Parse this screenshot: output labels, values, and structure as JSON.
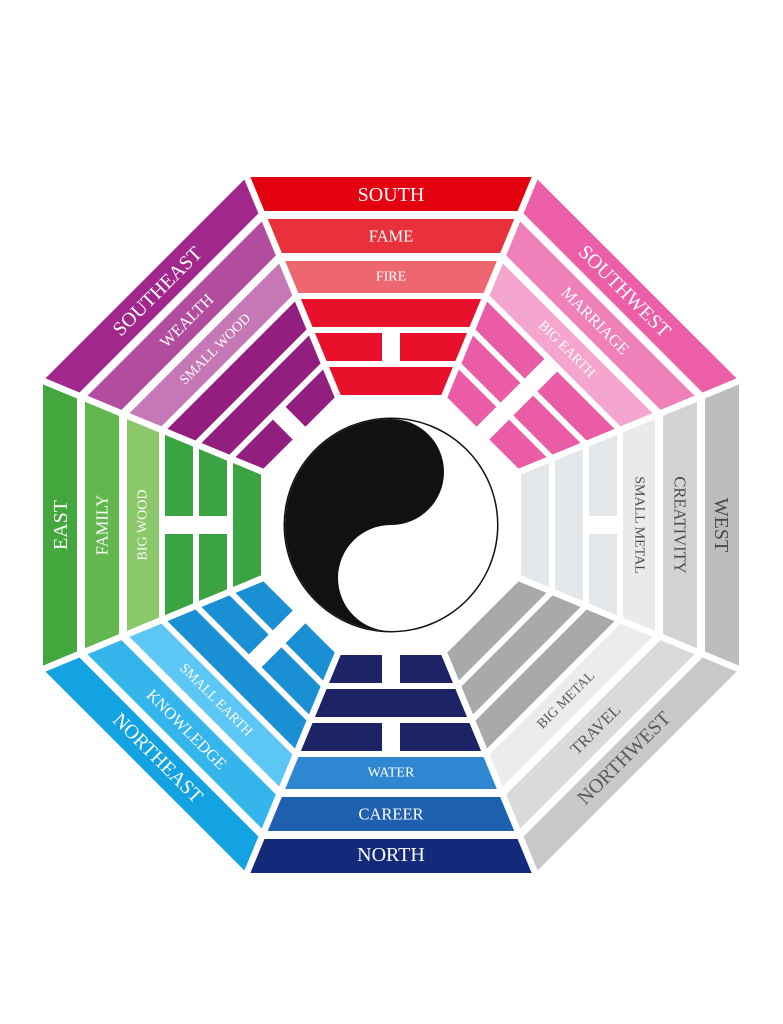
{
  "sectors": [
    {
      "key": "south",
      "labels": [
        "SOUTH",
        "FAME",
        "FIRE"
      ],
      "colors": [
        "#e3000f",
        "#e8313b",
        "#ee6670",
        "#e8102a"
      ],
      "text_colors": [
        "#ffffff",
        "#ffffff",
        "#ffffff"
      ],
      "lines": [
        1,
        0,
        1
      ]
    },
    {
      "key": "southwest",
      "labels": [
        "SOUTHWEST",
        "MARRIAGE",
        "BIG EARTH"
      ],
      "colors": [
        "#ec5ea7",
        "#ef80b9",
        "#f4a6cf",
        "#ea5da6"
      ],
      "text_colors": [
        "#ffffff",
        "#ffffff",
        "#ffffff"
      ],
      "lines": [
        0,
        0,
        0
      ]
    },
    {
      "key": "west",
      "labels": [
        "WEST",
        "CREATIVITY",
        "SMALL METAL"
      ],
      "colors": [
        "#bcbdbf",
        "#d2d3d4",
        "#e9eaeb",
        "#e3e7ea"
      ],
      "text_colors": [
        "#4a4a4a",
        "#4a4a4a",
        "#4a4a4a"
      ],
      "lines": [
        0,
        1,
        1
      ]
    },
    {
      "key": "northwest",
      "labels": [
        "NORTHWEST",
        "TRAVEL",
        "BIG METAL"
      ],
      "colors": [
        "#c8c9cb",
        "#d9dadb",
        "#ebeced",
        "#a8a9ab"
      ],
      "text_colors": [
        "#5a5a5a",
        "#5a5a5a",
        "#5a5a5a"
      ],
      "lines": [
        1,
        1,
        1
      ]
    },
    {
      "key": "north",
      "labels": [
        "NORTH",
        "CAREER",
        "WATER"
      ],
      "colors": [
        "#13297a",
        "#1e5fb0",
        "#2f86d1",
        "#1c2466"
      ],
      "text_colors": [
        "#ffffff",
        "#ffffff",
        "#ffffff"
      ],
      "lines": [
        0,
        1,
        0
      ]
    },
    {
      "key": "northeast",
      "labels": [
        "NORTHEAST",
        "KNOWLEDGE",
        "SMALL EARTH"
      ],
      "colors": [
        "#14a3e2",
        "#34b5ec",
        "#5cc7f4",
        "#1b8fd4"
      ],
      "text_colors": [
        "#ffffff",
        "#ffffff",
        "#ffffff"
      ],
      "lines": [
        1,
        0,
        0
      ]
    },
    {
      "key": "east",
      "labels": [
        "EAST",
        "FAMILY",
        "BIG WOOD"
      ],
      "colors": [
        "#44a73d",
        "#62b84e",
        "#8ac869",
        "#3ca342"
      ],
      "text_colors": [
        "#ffffff",
        "#ffffff",
        "#ffffff"
      ],
      "lines": [
        0,
        0,
        1
      ]
    },
    {
      "key": "southeast",
      "labels": [
        "SOUTHEAST",
        "WEALTH",
        "SMALL WOOD"
      ],
      "colors": [
        "#a1278c",
        "#b14c9e",
        "#c677b6",
        "#921e80"
      ],
      "text_colors": [
        "#ffffff",
        "#ffffff",
        "#ffffff"
      ],
      "lines": [
        1,
        1,
        0
      ]
    }
  ],
  "center": {
    "symbol": "yin-yang",
    "light": "#ffffff",
    "dark": "#111111"
  }
}
